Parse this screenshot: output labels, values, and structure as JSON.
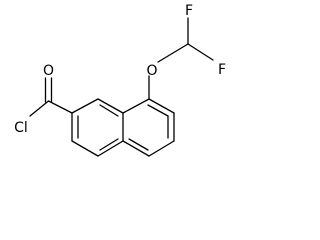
{
  "molecule": {
    "atoms": {
      "oxygen_carbonyl": "O",
      "chlorine": "Cl",
      "oxygen_ether": "O",
      "fluorine_1": "F",
      "fluorine_2": "F"
    }
  }
}
